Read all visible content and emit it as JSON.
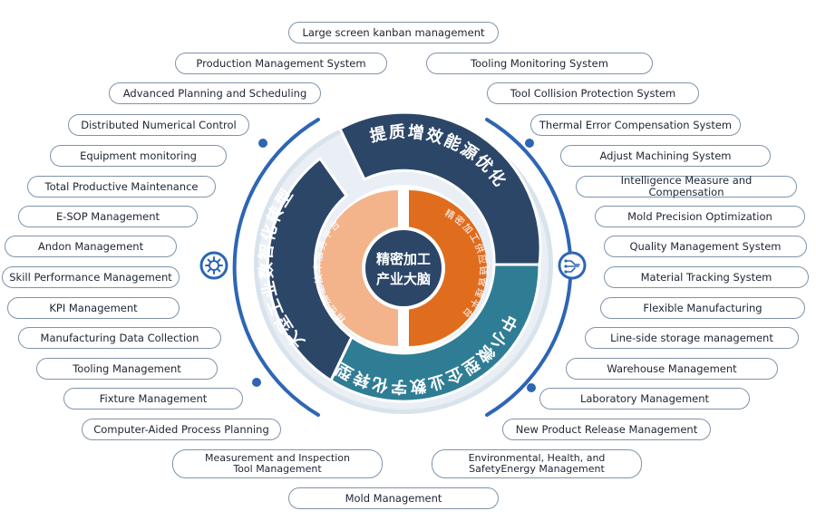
{
  "left_items": [
    "Production Management System",
    "Advanced Planning and Scheduling",
    "Distributed Numerical Control",
    "Equipment monitoring",
    "Total Productive Maintenance",
    "E-SOP Management",
    "Andon Management",
    "Skill Performance Management",
    "KPI Management",
    "Manufacturing Data Collection",
    "Tooling Management",
    "Fixture Management",
    "Computer-Aided Process Planning",
    "Measurement and Inspection\nTool Management"
  ],
  "right_items": [
    "Tooling Monitoring System",
    "Tool Collision Protection System",
    "Thermal Error Compensation System",
    "Adjust Machining System",
    "Intelligence Measure and Compensation",
    "Mold Precision Optimization",
    "Quality Management System",
    "Material Tracking System",
    "Flexible Manufacturing",
    "Line-side storage management",
    "Warehouse Management",
    "Laboratory Management",
    "New Product Release Management",
    "Environmental, Health, and\nSafetyEnergy Management"
  ],
  "top_item": "Large screen kanban management",
  "bottom_item": "Mold Management",
  "center": {
    "line1": "精密加工",
    "line2": "产业大脑"
  },
  "inner_left_label": "精密加工技术服务平台",
  "inner_right_label": "精密加工供应链管理平台",
  "outer_top_label": "提质增效能源优化",
  "outer_left_label": "大型工业数智化转型",
  "outer_bottom_label": "中小微型企业数字化转型",
  "colors": {
    "navy": "#2c4668",
    "teal": "#2f7d94",
    "orange": "#e06c1e",
    "peach": "#f3b48c",
    "ring_light": "#d9e3ec",
    "accent_blue": "#2d66b3",
    "pill_border": "#7e93a9"
  },
  "icons": {
    "left": "gear-icon",
    "right": "circuit-icon"
  }
}
